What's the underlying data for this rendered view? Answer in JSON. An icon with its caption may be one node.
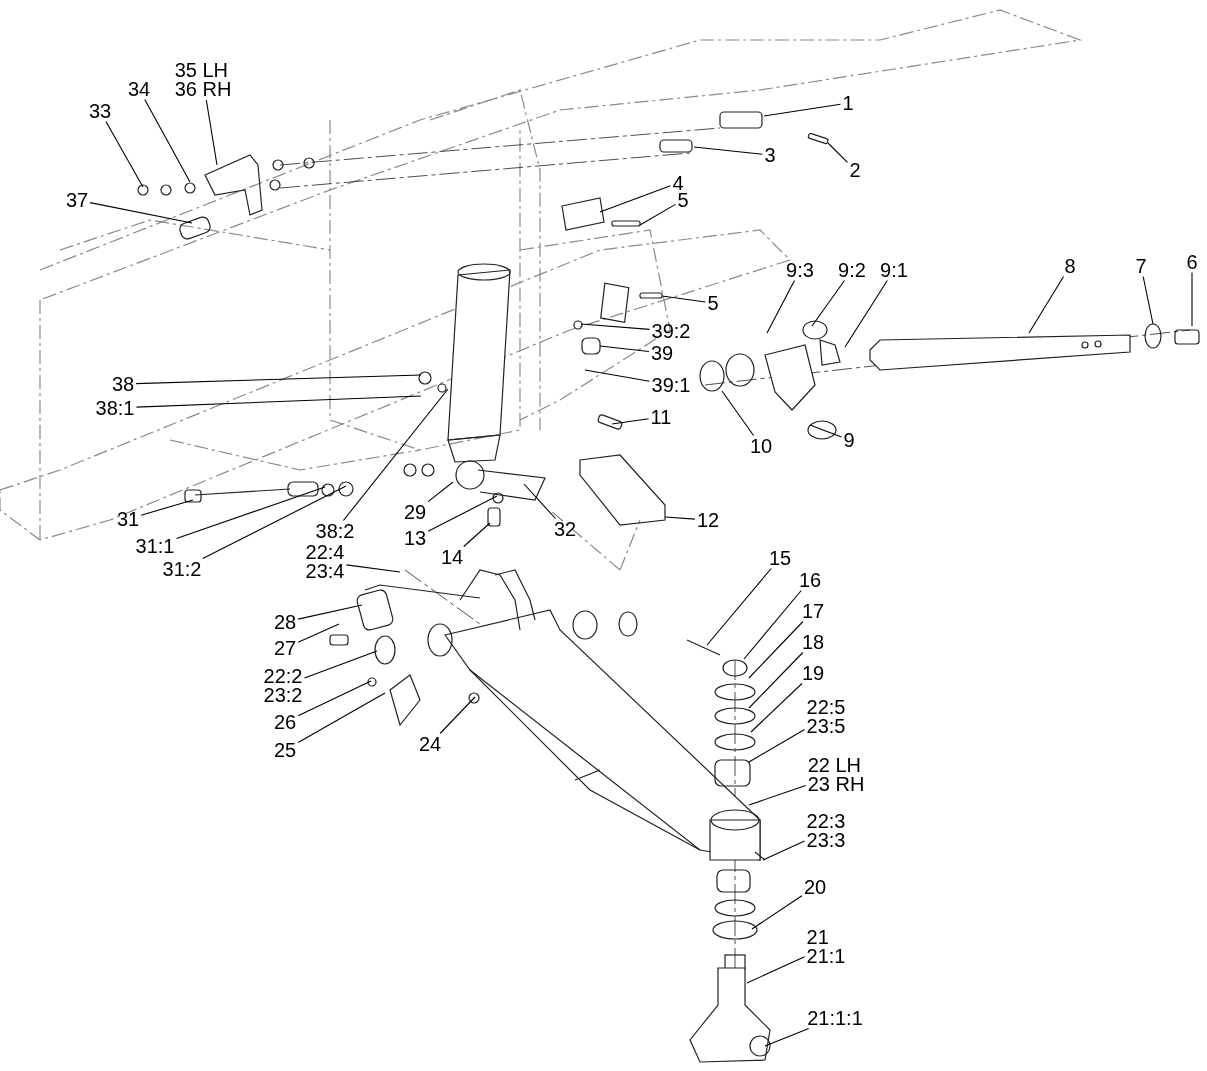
{
  "diagram": {
    "nodes": [
      {
        "text": [
          "35 LH",
          "36 RH"
        ]
      },
      {
        "text": [
          "34"
        ]
      },
      {
        "text": [
          "1"
        ]
      },
      {
        "text": [
          "33"
        ]
      },
      {
        "text": [
          "3"
        ]
      },
      {
        "text": [
          "2"
        ]
      },
      {
        "text": [
          "4"
        ]
      },
      {
        "text": [
          "37"
        ]
      },
      {
        "text": [
          "5"
        ]
      },
      {
        "text": [
          "6"
        ]
      },
      {
        "text": [
          "8"
        ]
      },
      {
        "text": [
          "7"
        ]
      },
      {
        "text": [
          "9:3"
        ]
      },
      {
        "text": [
          "9:2"
        ]
      },
      {
        "text": [
          "9:1"
        ]
      },
      {
        "text": [
          "5"
        ]
      },
      {
        "text": [
          "39:2"
        ]
      },
      {
        "text": [
          "39"
        ]
      },
      {
        "text": [
          "38"
        ]
      },
      {
        "text": [
          "39:1"
        ]
      },
      {
        "text": [
          "38:1"
        ]
      },
      {
        "text": [
          "11"
        ]
      },
      {
        "text": [
          "9"
        ]
      },
      {
        "text": [
          "10"
        ]
      },
      {
        "text": [
          "29"
        ]
      },
      {
        "text": [
          "12"
        ]
      },
      {
        "text": [
          "31"
        ]
      },
      {
        "text": [
          "38:2"
        ]
      },
      {
        "text": [
          "32"
        ]
      },
      {
        "text": [
          "13"
        ]
      },
      {
        "text": [
          "31:1"
        ]
      },
      {
        "text": [
          "22:4",
          "23:4"
        ]
      },
      {
        "text": [
          "14"
        ]
      },
      {
        "text": [
          "15"
        ]
      },
      {
        "text": [
          "31:2"
        ]
      },
      {
        "text": [
          "16"
        ]
      },
      {
        "text": [
          "17"
        ]
      },
      {
        "text": [
          "28"
        ]
      },
      {
        "text": [
          "18"
        ]
      },
      {
        "text": [
          "27"
        ]
      },
      {
        "text": [
          "19"
        ]
      },
      {
        "text": [
          "22:2",
          "23:2"
        ]
      },
      {
        "text": [
          "22:5",
          "23:5"
        ]
      },
      {
        "text": [
          "26"
        ]
      },
      {
        "text": [
          "24"
        ]
      },
      {
        "text": [
          "25"
        ]
      },
      {
        "text": [
          "22 LH",
          "23 RH"
        ]
      },
      {
        "text": [
          "22:3",
          "23:3"
        ]
      },
      {
        "text": [
          "20"
        ]
      },
      {
        "text": [
          "21",
          "21:1"
        ]
      },
      {
        "text": [
          "21:1:1"
        ]
      }
    ],
    "edges": [
      {
        "from": 0,
        "to": null,
        "arrow": "none"
      },
      {
        "from": 1,
        "to": null,
        "arrow": "none"
      },
      {
        "from": 2,
        "to": null,
        "arrow": "none"
      },
      {
        "from": 3,
        "to": null,
        "arrow": "none"
      },
      {
        "from": 4,
        "to": null,
        "arrow": "none"
      },
      {
        "from": 5,
        "to": null,
        "arrow": "none"
      },
      {
        "from": 6,
        "to": null,
        "arrow": "none"
      },
      {
        "from": 7,
        "to": null,
        "arrow": "none"
      },
      {
        "from": 8,
        "to": null,
        "arrow": "none"
      },
      {
        "from": 9,
        "to": null,
        "arrow": "none"
      },
      {
        "from": 10,
        "to": null,
        "arrow": "none"
      },
      {
        "from": 11,
        "to": null,
        "arrow": "none"
      },
      {
        "from": 12,
        "to": null,
        "arrow": "none"
      },
      {
        "from": 13,
        "to": null,
        "arrow": "none"
      },
      {
        "from": 14,
        "to": null,
        "arrow": "none"
      },
      {
        "from": 15,
        "to": null,
        "arrow": "none"
      },
      {
        "from": 16,
        "to": null,
        "arrow": "none"
      },
      {
        "from": 17,
        "to": null,
        "arrow": "none"
      },
      {
        "from": 18,
        "to": null,
        "arrow": "none"
      },
      {
        "from": 19,
        "to": null,
        "arrow": "none"
      },
      {
        "from": 20,
        "to": null,
        "arrow": "none"
      },
      {
        "from": 21,
        "to": null,
        "arrow": "none"
      },
      {
        "from": 22,
        "to": null,
        "arrow": "none"
      },
      {
        "from": 23,
        "to": null,
        "arrow": "none"
      },
      {
        "from": 24,
        "to": null,
        "arrow": "none"
      },
      {
        "from": 25,
        "to": null,
        "arrow": "none"
      },
      {
        "from": 26,
        "to": null,
        "arrow": "none"
      },
      {
        "from": 27,
        "to": null,
        "arrow": "none"
      },
      {
        "from": 28,
        "to": null,
        "arrow": "none"
      },
      {
        "from": 29,
        "to": null,
        "arrow": "none"
      },
      {
        "from": 30,
        "to": null,
        "arrow": "none"
      },
      {
        "from": 31,
        "to": null,
        "arrow": "none"
      },
      {
        "from": 32,
        "to": null,
        "arrow": "none"
      },
      {
        "from": 33,
        "to": null,
        "arrow": "none"
      },
      {
        "from": 34,
        "to": null,
        "arrow": "none"
      },
      {
        "from": 35,
        "to": null,
        "arrow": "none"
      },
      {
        "from": 36,
        "to": null,
        "arrow": "none"
      },
      {
        "from": 37,
        "to": null,
        "arrow": "none"
      },
      {
        "from": 38,
        "to": null,
        "arrow": "none"
      },
      {
        "from": 39,
        "to": null,
        "arrow": "none"
      },
      {
        "from": 40,
        "to": null,
        "arrow": "none"
      },
      {
        "from": 41,
        "to": null,
        "arrow": "none"
      },
      {
        "from": 42,
        "to": null,
        "arrow": "none"
      },
      {
        "from": 43,
        "to": null,
        "arrow": "none"
      },
      {
        "from": 44,
        "to": null,
        "arrow": "none"
      },
      {
        "from": 45,
        "to": null,
        "arrow": "none"
      },
      {
        "from": 46,
        "to": null,
        "arrow": "none"
      },
      {
        "from": 47,
        "to": null,
        "arrow": "none"
      },
      {
        "from": 48,
        "to": null,
        "arrow": "none"
      },
      {
        "from": 49,
        "to": null,
        "arrow": "none"
      },
      {
        "from": 50,
        "to": null,
        "arrow": "none"
      }
    ]
  }
}
